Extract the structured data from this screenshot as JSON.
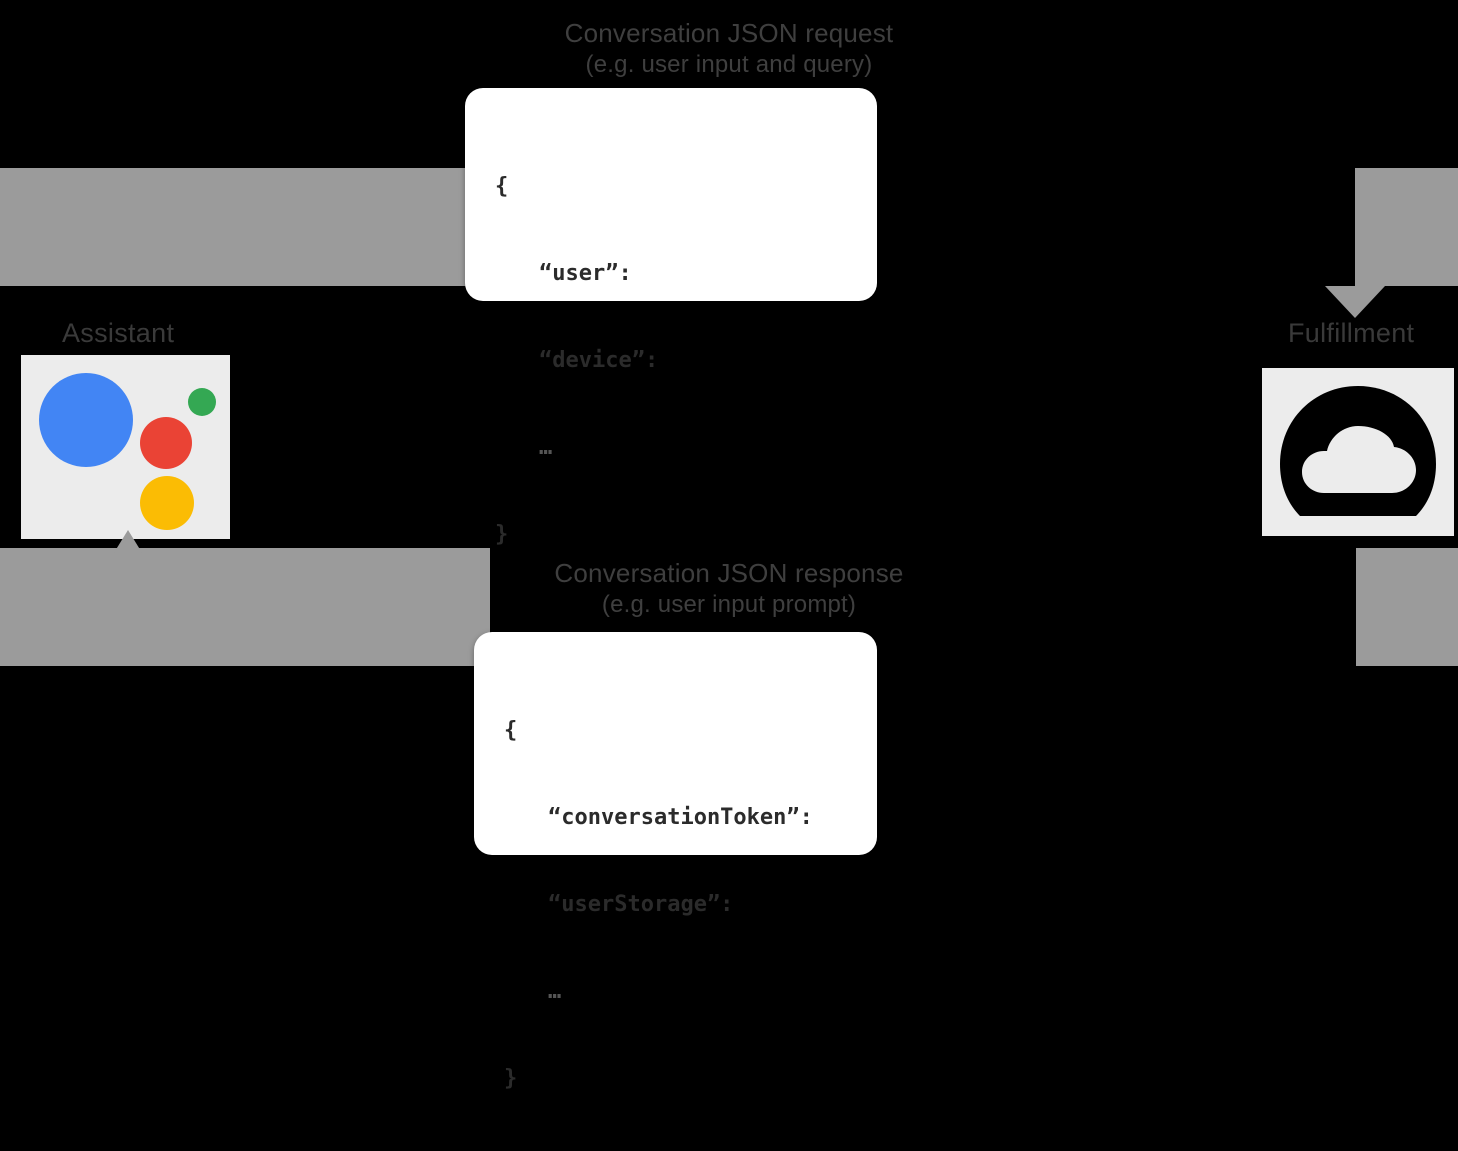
{
  "diagram": {
    "title_semantic": "google-assistant-conversation-request-response-flow",
    "background_color": "#000000",
    "band_gray": "#9b9b9b",
    "band_black": "#000000",
    "caption_color": "#3f3f3f"
  },
  "endpoints": {
    "left": {
      "label": "Assistant",
      "icon": "google-assistant-logo",
      "tile_bg": "#ececec",
      "dots": [
        {
          "name": "blue-dot",
          "color": "#4285F4"
        },
        {
          "name": "red-dot",
          "color": "#EA4335"
        },
        {
          "name": "green-dot",
          "color": "#34A853"
        },
        {
          "name": "yellow-dot",
          "color": "#FBBC04"
        }
      ]
    },
    "right": {
      "label": "Fulfillment",
      "icon": "cloud-icon",
      "tile_bg": "#ececec",
      "icon_color": "#000000"
    }
  },
  "flows": [
    {
      "id": "request",
      "direction": "assistant-to-fulfillment",
      "caption_line1": "Conversation JSON request",
      "caption_line2": "(e.g. user input and query)",
      "code": {
        "open": "{",
        "lines": [
          "“user”:",
          "“device”:"
        ],
        "ellipsis": "…",
        "close": "}"
      }
    },
    {
      "id": "response",
      "direction": "fulfillment-to-assistant",
      "caption_line1": "Conversation JSON response",
      "caption_line2": "(e.g. user input prompt)",
      "code": {
        "open": "{",
        "lines": [
          "“conversationToken”:",
          "“userStorage”:"
        ],
        "ellipsis": "…",
        "close": "}"
      }
    }
  ]
}
